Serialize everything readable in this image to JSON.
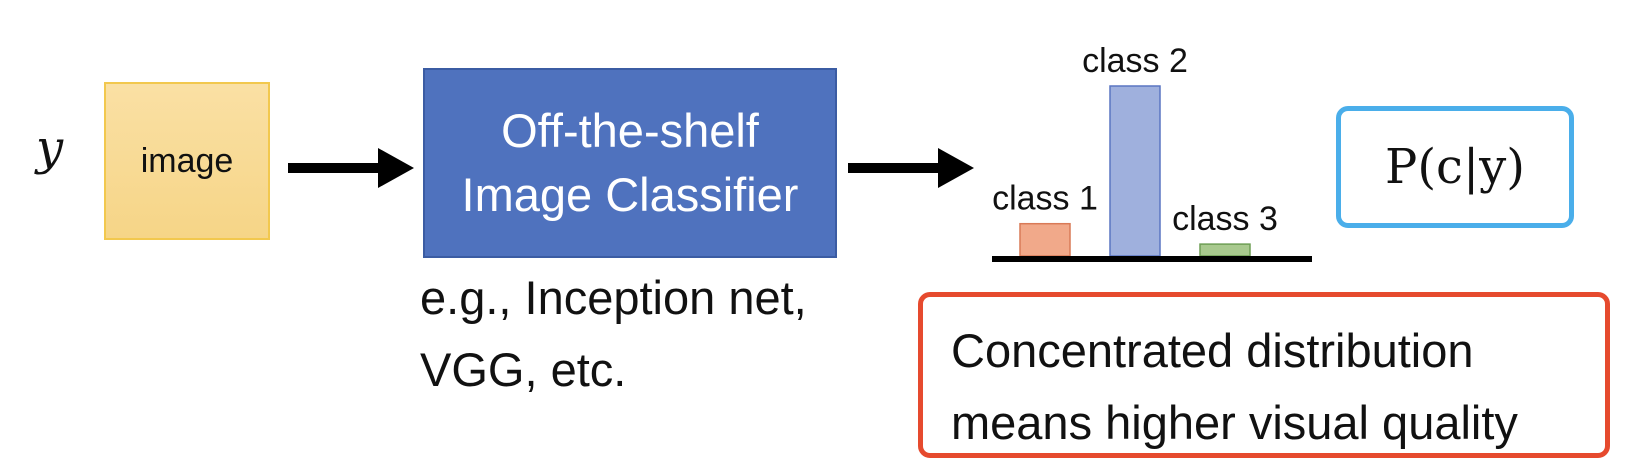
{
  "variable_label": "y",
  "input_box": {
    "label": "image"
  },
  "classifier_box": {
    "line1": "Off-the-shelf",
    "line2": "Image Classifier"
  },
  "examples": {
    "line1": "e.g., Inception net,",
    "line2": "VGG, etc."
  },
  "chart_data": {
    "type": "bar",
    "categories": [
      "class 1",
      "class 2",
      "class 3"
    ],
    "values": [
      0.19,
      1.0,
      0.07
    ],
    "colors": [
      "#f1a98a",
      "#9fb0dd",
      "#a8c98e"
    ],
    "stroke_colors": [
      "#d97a57",
      "#5a75c2",
      "#6e9e55"
    ],
    "ylim": [
      0,
      1
    ],
    "axis_color": "#000000"
  },
  "probability_box": {
    "label": "P(c|y)",
    "border_color": "#4aaeea"
  },
  "note_box": {
    "line1": "Concentrated distribution",
    "line2": "means higher visual quality",
    "border_color": "#e64a2e"
  },
  "icons": {
    "arrow_1": "right-arrow-icon",
    "arrow_2": "right-arrow-icon"
  }
}
